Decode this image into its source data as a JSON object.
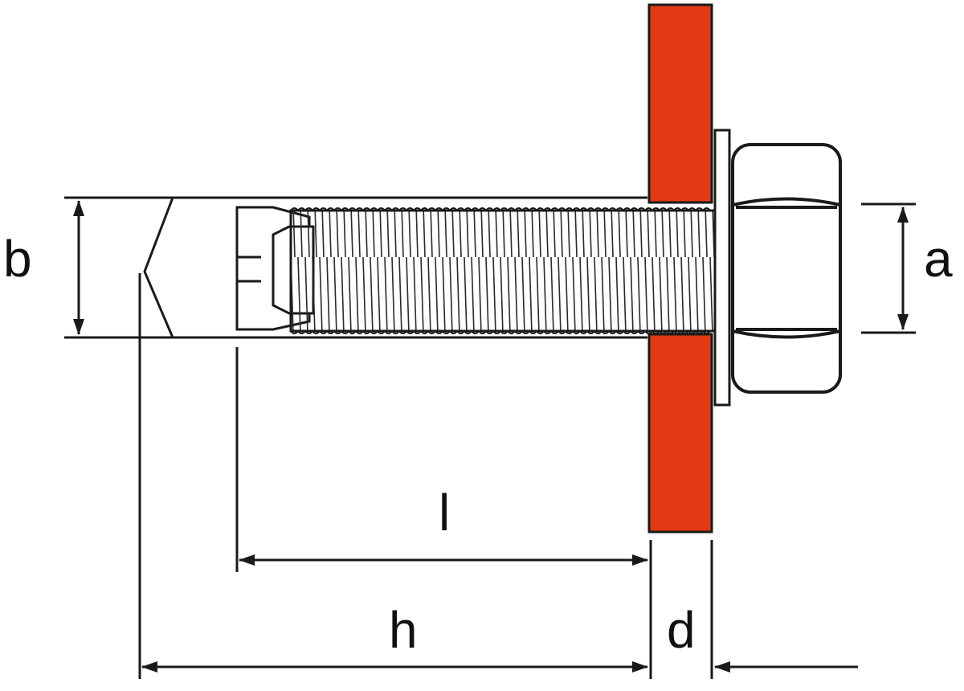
{
  "labels": {
    "b": "b",
    "a": "a",
    "l": "l",
    "h": "h",
    "d": "d"
  },
  "colors": {
    "plate": "#e23a12",
    "line": "#1a1a1a",
    "background": "#ffffff"
  }
}
